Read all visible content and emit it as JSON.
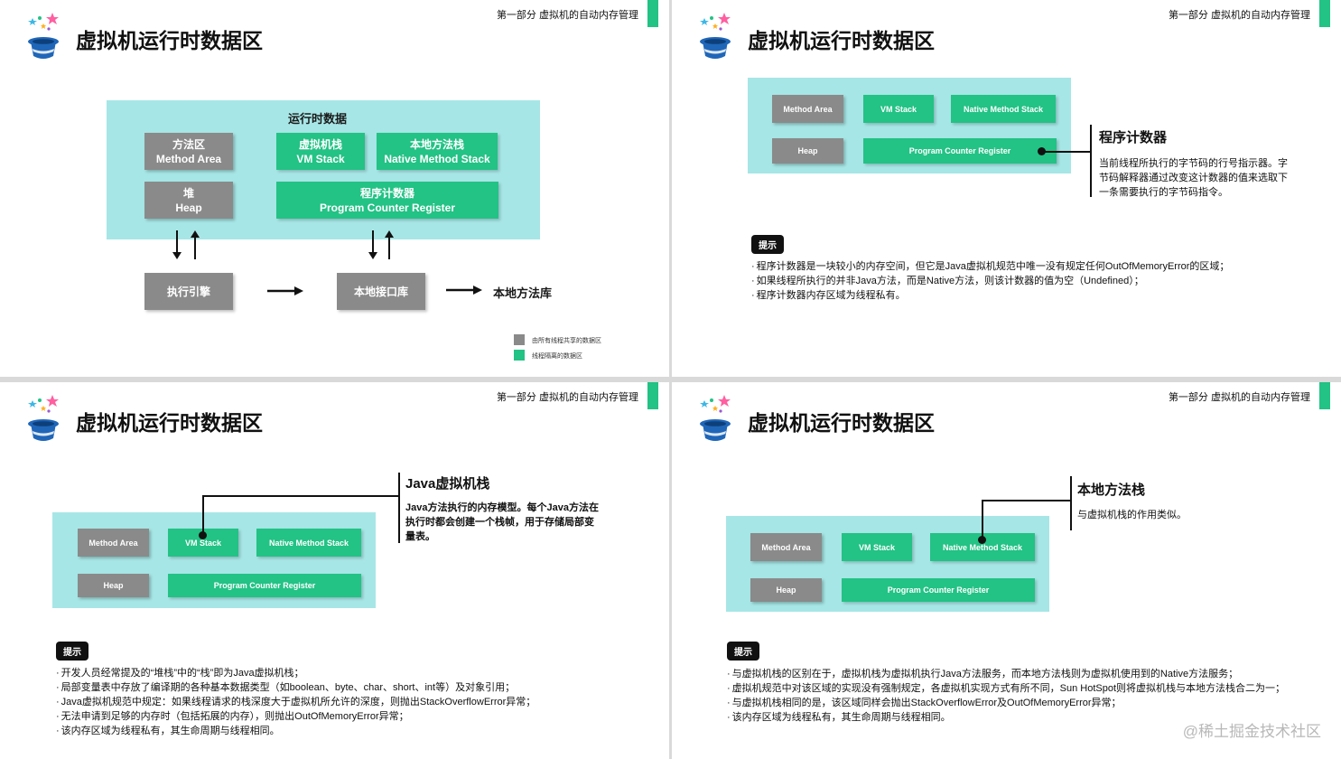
{
  "header": {
    "section": "第一部分 虚拟机的自动内存管理",
    "title": "虚拟机运行时数据区"
  },
  "colors": {
    "teal_panel": "#a7e6e6",
    "gray_box": "#8a8a8a",
    "green_box": "#23c285",
    "accent_bar": "#23c285"
  },
  "icons": [
    "magic-hat-logo-icon",
    "arrow-up-icon",
    "arrow-down-icon",
    "arrow-right-icon"
  ],
  "slide1": {
    "panel_title": "运行时数据",
    "method_area": {
      "cn": "方法区",
      "en": "Method Area"
    },
    "vm_stack": {
      "cn": "虚拟机栈",
      "en": "VM Stack"
    },
    "native_stack": {
      "cn": "本地方法栈",
      "en": "Native Method Stack"
    },
    "heap": {
      "cn": "堆",
      "en": "Heap"
    },
    "pc_register": {
      "cn": "程序计数器",
      "en": "Program Counter Register"
    },
    "exec_engine": "执行引擎",
    "native_interface": "本地接口库",
    "native_library": "本地方法库",
    "legend": {
      "shared": "由所有线程共享的数据区",
      "isolated": "线程隔离的数据区"
    }
  },
  "mini": {
    "method_area": "Method Area",
    "vm_stack": "VM Stack",
    "native_stack": "Native Method Stack",
    "heap": "Heap",
    "pc_register": "Program Counter Register"
  },
  "tip_label": "提示",
  "slide2": {
    "callout_title": "程序计数器",
    "callout_desc": "当前线程所执行的字节码的行号指示器。字节码解释器通过改变这计数器的值来选取下一条需要执行的字节码指令。",
    "tips": [
      "程序计数器是一块较小的内存空间，但它是Java虚拟机规范中唯一没有规定任何OutOfMemoryError的区域；",
      "如果线程所执行的并非Java方法，而是Native方法，则该计数器的值为空（Undefined）；",
      "程序计数器内存区域为线程私有。"
    ]
  },
  "slide3": {
    "callout_title": "Java虚拟机栈",
    "callout_desc": "Java方法执行的内存模型。每个Java方法在执行时都会创建一个栈帧，用于存储局部变量表。",
    "tips": [
      "开发人员经常提及的“堆栈”中的“栈”即为Java虚拟机栈；",
      "局部变量表中存放了编译期的各种基本数据类型（如boolean、byte、char、short、int等）及对象引用；",
      "Java虚拟机规范中规定：如果线程请求的栈深度大于虚拟机所允许的深度，则抛出StackOverflowError异常；",
      "无法申请到足够的内存时（包括拓展的内存），则抛出OutOfMemoryError异常；",
      "该内存区域为线程私有，其生命周期与线程相同。"
    ]
  },
  "slide4": {
    "callout_title": "本地方法栈",
    "callout_desc": "与虚拟机栈的作用类似。",
    "tips": [
      "与虚拟机栈的区别在于，虚拟机栈为虚拟机执行Java方法服务，而本地方法栈则为虚拟机使用到的Native方法服务；",
      "虚拟机规范中对该区域的实现没有强制规定，各虚拟机实现方式有所不同，Sun HotSpot则将虚拟机栈与本地方法栈合二为一；",
      "与虚拟机栈相同的是，该区域同样会抛出StackOverflowError及OutOfMemoryError异常；",
      "该内存区域为线程私有，其生命周期与线程相同。"
    ]
  },
  "watermark": "@稀土掘金技术社区"
}
